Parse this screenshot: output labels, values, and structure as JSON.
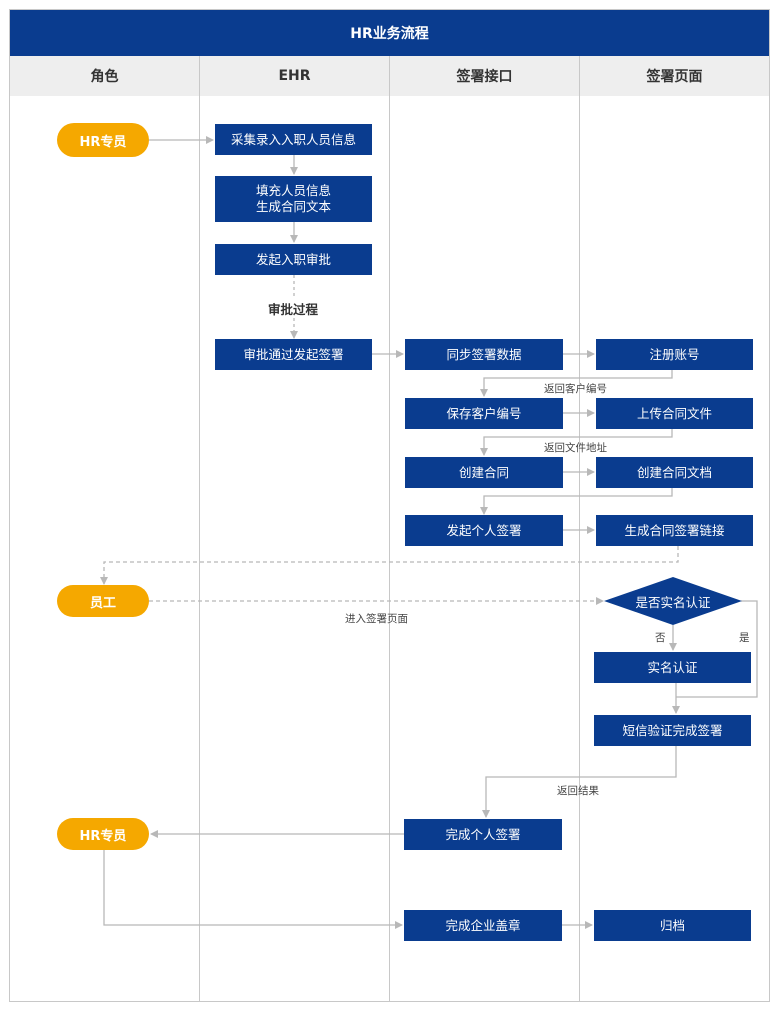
{
  "title": "HR业务流程",
  "columns": [
    "角色",
    "EHR",
    "签署接口",
    "签署页面"
  ],
  "roles": {
    "hr_top": "HR专员",
    "employee": "员工",
    "hr_bottom": "HR专员"
  },
  "ehr": {
    "collect": "采集录入入职人员信息",
    "fill_line1": "填充人员信息",
    "fill_line2": "生成合同文本",
    "initiate_approval": "发起入职审批",
    "approval_process": "审批过程",
    "approved_sign": "审批通过发起签署"
  },
  "api": {
    "sync": "同步签署数据",
    "save_client": "保存客户编号",
    "create_contract": "创建合同",
    "personal_sign": "发起个人签署",
    "complete_personal": "完成个人签署",
    "complete_seal": "完成企业盖章"
  },
  "page": {
    "register": "注册账号",
    "upload": "上传合同文件",
    "create_doc": "创建合同文档",
    "gen_link": "生成合同签署链接",
    "realname_check": "是否实名认证",
    "realname": "实名认证",
    "sms_sign": "短信验证完成签署",
    "archive": "归档"
  },
  "annotations": {
    "return_client": "返回客户编号",
    "return_file": "返回文件地址",
    "enter_page": "进入签署页面",
    "no": "否",
    "yes": "是",
    "return_result": "返回结果"
  },
  "colors": {
    "primary": "#0a3c8f",
    "role": "#f5a800",
    "header_bg": "#eeeeee",
    "line": "#b8b8b8"
  }
}
